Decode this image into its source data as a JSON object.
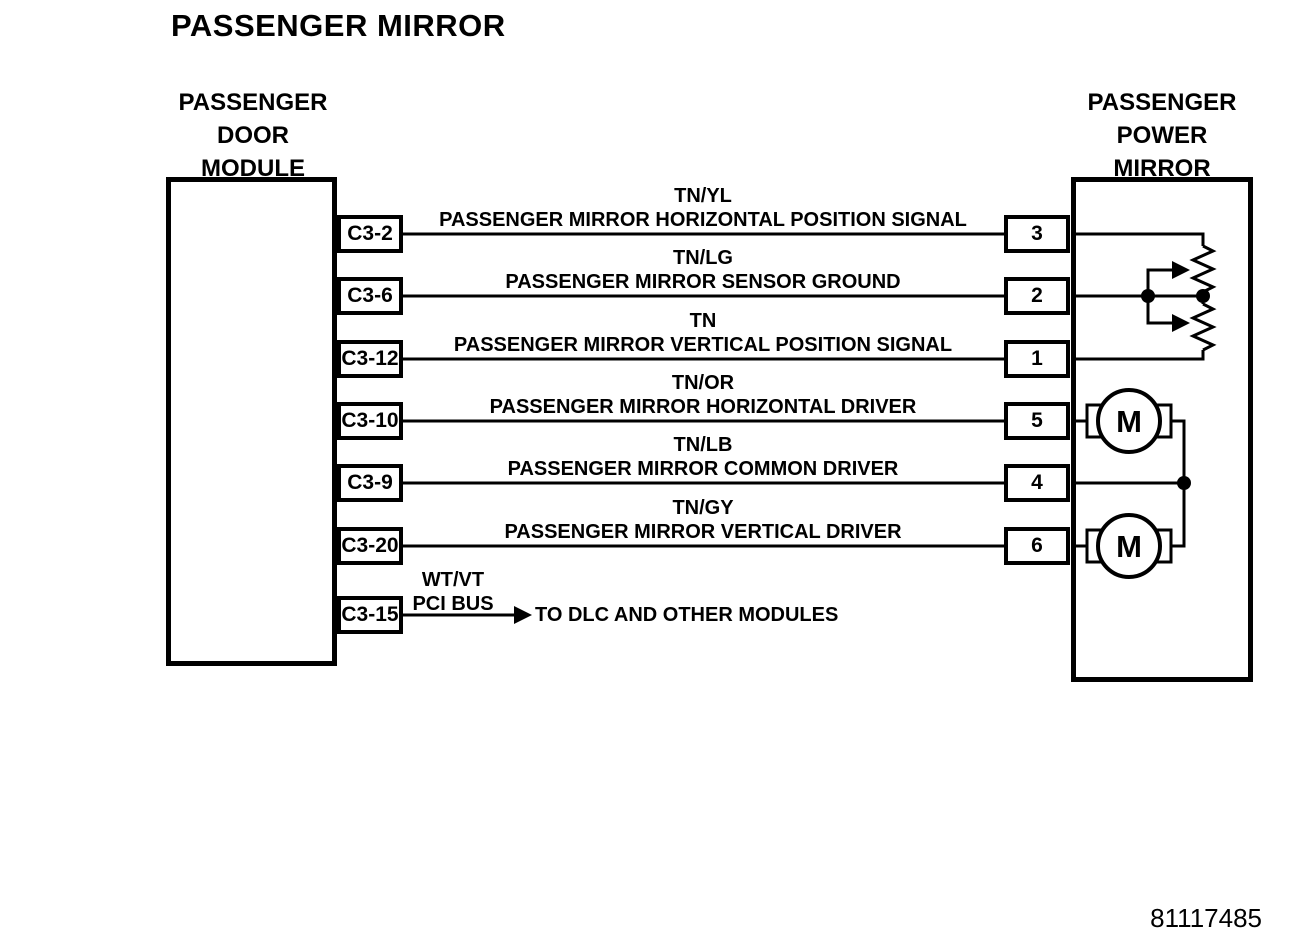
{
  "title": "PASSENGER MIRROR",
  "part_number": "81117485",
  "left_module": {
    "name": "PASSENGER\nDOOR\nMODULE",
    "pins": [
      {
        "label": "C3-2"
      },
      {
        "label": "C3-6"
      },
      {
        "label": "C3-12"
      },
      {
        "label": "C3-10"
      },
      {
        "label": "C3-9"
      },
      {
        "label": "C3-20"
      },
      {
        "label": "C3-15"
      }
    ]
  },
  "right_module": {
    "name": "PASSENGER\nPOWER\nMIRROR",
    "pins": [
      {
        "label": "3"
      },
      {
        "label": "2"
      },
      {
        "label": "1"
      },
      {
        "label": "5"
      },
      {
        "label": "4"
      },
      {
        "label": "6"
      }
    ],
    "motor_label": "M"
  },
  "wires": [
    {
      "color": "TN/YL",
      "signal": "PASSENGER MIRROR HORIZONTAL POSITION SIGNAL",
      "from": "C3-2",
      "to": "3"
    },
    {
      "color": "TN/LG",
      "signal": "PASSENGER MIRROR SENSOR GROUND",
      "from": "C3-6",
      "to": "2"
    },
    {
      "color": "TN",
      "signal": "PASSENGER MIRROR VERTICAL POSITION SIGNAL",
      "from": "C3-12",
      "to": "1"
    },
    {
      "color": "TN/OR",
      "signal": "PASSENGER MIRROR HORIZONTAL DRIVER",
      "from": "C3-10",
      "to": "5"
    },
    {
      "color": "TN/LB",
      "signal": "PASSENGER MIRROR COMMON DRIVER",
      "from": "C3-9",
      "to": "4"
    },
    {
      "color": "TN/GY",
      "signal": "PASSENGER MIRROR VERTICAL DRIVER",
      "from": "C3-20",
      "to": "6"
    },
    {
      "color": "WT/VT",
      "signal": "PCI BUS",
      "destination": "TO DLC AND OTHER MODULES",
      "from": "C3-15"
    }
  ],
  "colors": {
    "line": "#000000",
    "background": "#ffffff"
  }
}
